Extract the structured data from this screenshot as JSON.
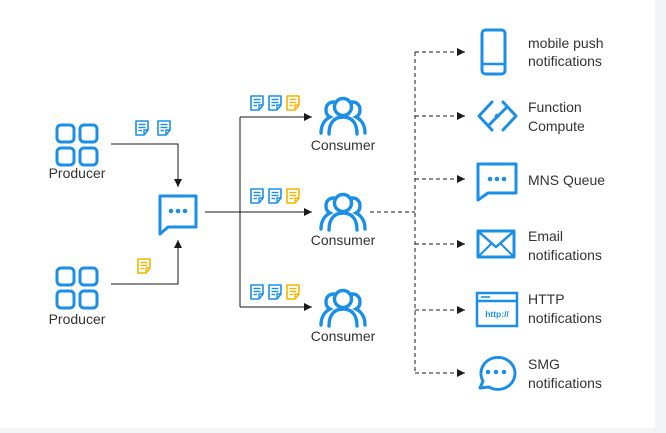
{
  "colors": {
    "primary": "#1b8fe8",
    "message_yellow": "#f5b400",
    "line": "#1a1a1a",
    "text": "#333333"
  },
  "producers": [
    {
      "label": "Producer",
      "icon": "grid-icon"
    },
    {
      "label": "Producer",
      "icon": "grid-icon"
    }
  ],
  "topic": {
    "icon": "message-topic-icon"
  },
  "consumers": [
    {
      "label": "Consumer",
      "icon": "users-icon"
    },
    {
      "label": "Consumer",
      "icon": "users-icon"
    },
    {
      "label": "Consumer",
      "icon": "users-icon"
    }
  ],
  "targets": [
    {
      "icon": "mobile-phone-icon",
      "line1": "mobile push",
      "line2": "notifications"
    },
    {
      "icon": "function-compute-icon",
      "line1": "Function",
      "line2": "Compute"
    },
    {
      "icon": "mns-queue-icon",
      "line1": "MNS Queue",
      "line2": ""
    },
    {
      "icon": "email-envelope-icon",
      "line1": "Email",
      "line2": "notifications"
    },
    {
      "icon": "http-browser-icon",
      "line1": "HTTP",
      "line2": "notifications",
      "icon_text": "http://"
    },
    {
      "icon": "sms-chat-icon",
      "line1": "SMG",
      "line2": "notifications"
    }
  ]
}
